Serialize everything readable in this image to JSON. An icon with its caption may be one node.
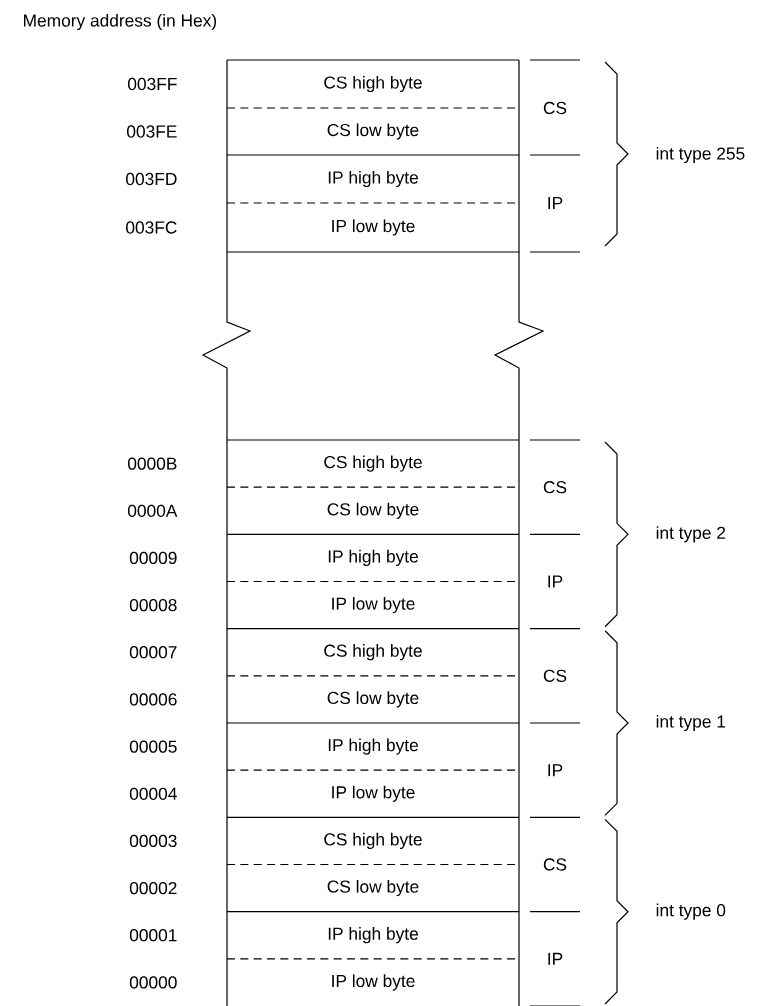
{
  "diagram": {
    "title": "Memory address (in Hex)",
    "nodes": [
      {
        "text": [
          "CS high byte"
        ]
      },
      {
        "text": [
          "CS low byte"
        ]
      },
      {
        "text": [
          "IP high byte"
        ]
      },
      {
        "text": [
          "IP low byte"
        ]
      },
      {
        "text": [
          "CS high byte"
        ]
      },
      {
        "text": [
          "CS low byte"
        ]
      },
      {
        "text": [
          "IP high byte"
        ]
      },
      {
        "text": [
          "IP low byte"
        ]
      },
      {
        "text": [
          "CS high byte"
        ]
      },
      {
        "text": [
          "CS low byte"
        ]
      },
      {
        "text": [
          "IP high byte"
        ]
      },
      {
        "text": [
          "IP low byte"
        ]
      },
      {
        "text": [
          "CS high byte"
        ]
      },
      {
        "text": [
          "CS low byte"
        ]
      },
      {
        "text": [
          "IP high byte"
        ]
      },
      {
        "text": [
          "IP low byte"
        ]
      }
    ],
    "labels": [
      "003FF",
      "003FE",
      "003FD",
      "003FC",
      "0000B",
      "0000A",
      "00009",
      "00008",
      "00007",
      "00006",
      "00005",
      "00004",
      "00003",
      "00002",
      "00001",
      "00000",
      "CS",
      "int type 255",
      "IP",
      "CS",
      "int type 2",
      "IP",
      "CS",
      "int type 1",
      "IP",
      "CS",
      "int type 0",
      "IP"
    ]
  }
}
